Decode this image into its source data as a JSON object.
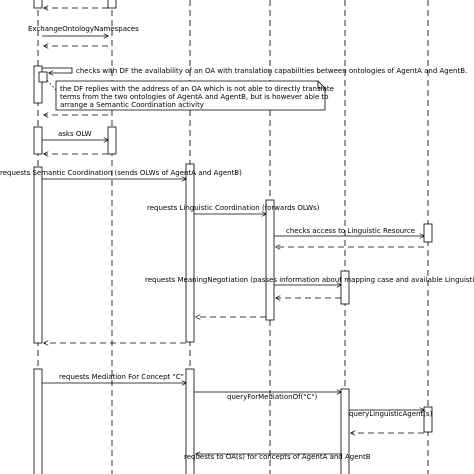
{
  "messages": {
    "m1": "ExchangeOntologyNamespaces",
    "m2": "checks with DF the availability of an OA with translation capabilities between ontologies of AgentA and AgentB.",
    "m3": "asks OLW",
    "m4": "requests Semantic Coordination (sends OLWs of AgentA and AgentB)",
    "m5": "requests Linguistic Coordination (forwards OLWs)",
    "m6": "checks access to Linguistic Resource",
    "m7": "requests MeaningNegotiation (passes information about mapping case and available LinguisticAgents)",
    "m8": "requests Mediation For Concept \"C\"",
    "m9": "queryForMediationOf(\"C\")",
    "m10": "queryLinguisticAgent(s)",
    "m11": "requests to OA(s) for concepts of AgentA and AgentB"
  },
  "note": {
    "line1": "the DF replies with the address of an OA which is not able to directly translate",
    "line2": "terms from the two ontologies of AgentA and AgentB, but is however able to",
    "line3": "arrange a Semantic Coordination activity"
  }
}
